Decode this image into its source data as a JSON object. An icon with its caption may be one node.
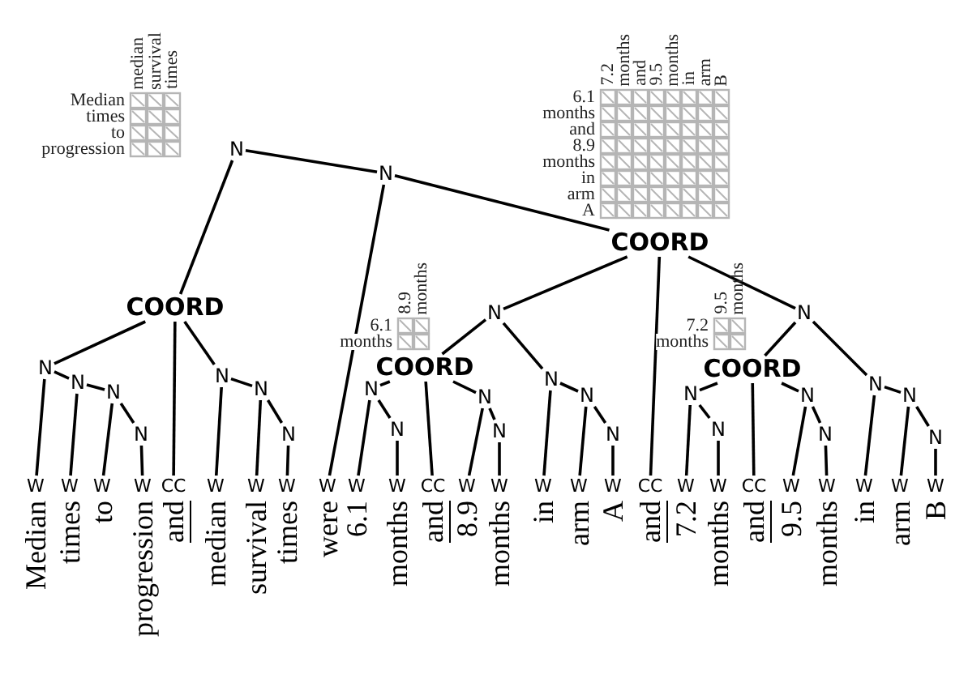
{
  "diagram": {
    "nodes": [
      {
        "text": [
          "N"
        ]
      },
      {
        "text": [
          "N"
        ]
      },
      {
        "text": [
          "COORD"
        ]
      },
      {
        "text": [
          "COORD"
        ]
      },
      {
        "text": [
          "N"
        ]
      },
      {
        "text": [
          "N"
        ]
      },
      {
        "text": [
          "COORD"
        ]
      },
      {
        "text": [
          "COORD"
        ]
      },
      {
        "text": [
          "N"
        ]
      },
      {
        "text": [
          "N"
        ]
      },
      {
        "text": [
          "N"
        ]
      },
      {
        "text": [
          "N"
        ]
      },
      {
        "text": [
          "N"
        ]
      },
      {
        "text": [
          "N"
        ]
      },
      {
        "text": [
          "N"
        ]
      },
      {
        "text": [
          "N"
        ]
      },
      {
        "text": [
          "N"
        ]
      },
      {
        "text": [
          "N"
        ]
      },
      {
        "text": [
          "N"
        ]
      },
      {
        "text": [
          "N"
        ]
      },
      {
        "text": [
          "N"
        ]
      },
      {
        "text": [
          "N"
        ]
      },
      {
        "text": [
          "N"
        ]
      },
      {
        "text": [
          "N"
        ]
      },
      {
        "text": [
          "N"
        ]
      },
      {
        "text": [
          "N"
        ]
      },
      {
        "text": [
          "N"
        ]
      },
      {
        "text": [
          "N"
        ]
      },
      {
        "text": [
          "N"
        ]
      },
      {
        "text": [
          "W"
        ],
        "beside": [
          "Median"
        ]
      },
      {
        "text": [
          "W"
        ],
        "beside": [
          "times"
        ]
      },
      {
        "text": [
          "W"
        ],
        "beside": [
          "to"
        ]
      },
      {
        "text": [
          "W"
        ],
        "beside": [
          "progression"
        ]
      },
      {
        "text": [
          "CC"
        ],
        "beside": [
          "and"
        ]
      },
      {
        "text": [
          "W"
        ],
        "beside": [
          "median"
        ]
      },
      {
        "text": [
          "W"
        ],
        "beside": [
          "survival"
        ]
      },
      {
        "text": [
          "W"
        ],
        "beside": [
          "times"
        ]
      },
      {
        "text": [
          "W"
        ],
        "beside": [
          "were"
        ]
      },
      {
        "text": [
          "W"
        ],
        "beside": [
          "6.1"
        ]
      },
      {
        "text": [
          "W"
        ],
        "beside": [
          "months"
        ]
      },
      {
        "text": [
          "CC"
        ],
        "beside": [
          "and"
        ]
      },
      {
        "text": [
          "W"
        ],
        "beside": [
          "8.9"
        ]
      },
      {
        "text": [
          "W"
        ],
        "beside": [
          "months"
        ]
      },
      {
        "text": [
          "W"
        ],
        "beside": [
          "in"
        ]
      },
      {
        "text": [
          "W"
        ],
        "beside": [
          "arm"
        ]
      },
      {
        "text": [
          "W"
        ],
        "beside": [
          "A"
        ]
      },
      {
        "text": [
          "CC"
        ],
        "beside": [
          "and"
        ]
      },
      {
        "text": [
          "W"
        ],
        "beside": [
          "7.2"
        ]
      },
      {
        "text": [
          "W"
        ],
        "beside": [
          "months"
        ]
      },
      {
        "text": [
          "CC"
        ],
        "beside": [
          "and"
        ]
      },
      {
        "text": [
          "W"
        ],
        "beside": [
          "9.5"
        ]
      },
      {
        "text": [
          "W"
        ],
        "beside": [
          "months"
        ]
      },
      {
        "text": [
          "W"
        ],
        "beside": [
          "in"
        ]
      },
      {
        "text": [
          "W"
        ],
        "beside": [
          "arm"
        ]
      },
      {
        "text": [
          "W"
        ],
        "beside": [
          "B"
        ]
      }
    ],
    "edges": [
      {
        "from": 0,
        "to": 2,
        "arrow": "none"
      },
      {
        "from": 0,
        "to": 1,
        "arrow": "none"
      },
      {
        "from": 1,
        "to": 37,
        "arrow": "none"
      },
      {
        "from": 1,
        "to": 3,
        "arrow": "none"
      },
      {
        "from": 2,
        "to": 8,
        "arrow": "none"
      },
      {
        "from": 2,
        "to": 33,
        "arrow": "none"
      },
      {
        "from": 2,
        "to": 12,
        "arrow": "none"
      },
      {
        "from": 8,
        "to": 29,
        "arrow": "none"
      },
      {
        "from": 8,
        "to": 9,
        "arrow": "none"
      },
      {
        "from": 9,
        "to": 30,
        "arrow": "none"
      },
      {
        "from": 9,
        "to": 10,
        "arrow": "none"
      },
      {
        "from": 10,
        "to": 31,
        "arrow": "none"
      },
      {
        "from": 10,
        "to": 11,
        "arrow": "none"
      },
      {
        "from": 11,
        "to": 32,
        "arrow": "none"
      },
      {
        "from": 12,
        "to": 34,
        "arrow": "none"
      },
      {
        "from": 12,
        "to": 13,
        "arrow": "none"
      },
      {
        "from": 13,
        "to": 35,
        "arrow": "none"
      },
      {
        "from": 13,
        "to": 14,
        "arrow": "none"
      },
      {
        "from": 14,
        "to": 36,
        "arrow": "none"
      },
      {
        "from": 3,
        "to": 4,
        "arrow": "none"
      },
      {
        "from": 3,
        "to": 46,
        "arrow": "none"
      },
      {
        "from": 3,
        "to": 5,
        "arrow": "none"
      },
      {
        "from": 4,
        "to": 6,
        "arrow": "none"
      },
      {
        "from": 4,
        "to": 19,
        "arrow": "none"
      },
      {
        "from": 6,
        "to": 15,
        "arrow": "none"
      },
      {
        "from": 6,
        "to": 40,
        "arrow": "none"
      },
      {
        "from": 6,
        "to": 17,
        "arrow": "none"
      },
      {
        "from": 15,
        "to": 38,
        "arrow": "none"
      },
      {
        "from": 15,
        "to": 16,
        "arrow": "none"
      },
      {
        "from": 16,
        "to": 39,
        "arrow": "none"
      },
      {
        "from": 17,
        "to": 41,
        "arrow": "none"
      },
      {
        "from": 17,
        "to": 18,
        "arrow": "none"
      },
      {
        "from": 18,
        "to": 42,
        "arrow": "none"
      },
      {
        "from": 19,
        "to": 43,
        "arrow": "none"
      },
      {
        "from": 19,
        "to": 20,
        "arrow": "none"
      },
      {
        "from": 20,
        "to": 44,
        "arrow": "none"
      },
      {
        "from": 20,
        "to": 21,
        "arrow": "none"
      },
      {
        "from": 21,
        "to": 45,
        "arrow": "none"
      },
      {
        "from": 5,
        "to": 7,
        "arrow": "none"
      },
      {
        "from": 5,
        "to": 26,
        "arrow": "none"
      },
      {
        "from": 7,
        "to": 22,
        "arrow": "none"
      },
      {
        "from": 7,
        "to": 49,
        "arrow": "none"
      },
      {
        "from": 7,
        "to": 24,
        "arrow": "none"
      },
      {
        "from": 22,
        "to": 47,
        "arrow": "none"
      },
      {
        "from": 22,
        "to": 23,
        "arrow": "none"
      },
      {
        "from": 23,
        "to": 48,
        "arrow": "none"
      },
      {
        "from": 24,
        "to": 50,
        "arrow": "none"
      },
      {
        "from": 24,
        "to": 25,
        "arrow": "none"
      },
      {
        "from": 25,
        "to": 51,
        "arrow": "none"
      },
      {
        "from": 26,
        "to": 52,
        "arrow": "none"
      },
      {
        "from": 26,
        "to": 27,
        "arrow": "none"
      },
      {
        "from": 27,
        "to": 53,
        "arrow": "none"
      },
      {
        "from": 27,
        "to": 28,
        "arrow": "none"
      },
      {
        "from": 28,
        "to": 54,
        "arrow": "none"
      }
    ],
    "labels": [
      "7.2",
      "months",
      "and",
      "9.5",
      "months",
      "in",
      "arm",
      "B",
      "6.1",
      "months",
      "and",
      "8.9",
      "months",
      "in",
      "arm",
      "A",
      "median",
      "survival",
      "times",
      "Median",
      "times",
      "to",
      "progression",
      "8.9",
      "months",
      "6.1",
      "months",
      "9.5",
      "months",
      "7.2",
      "months"
    ]
  }
}
